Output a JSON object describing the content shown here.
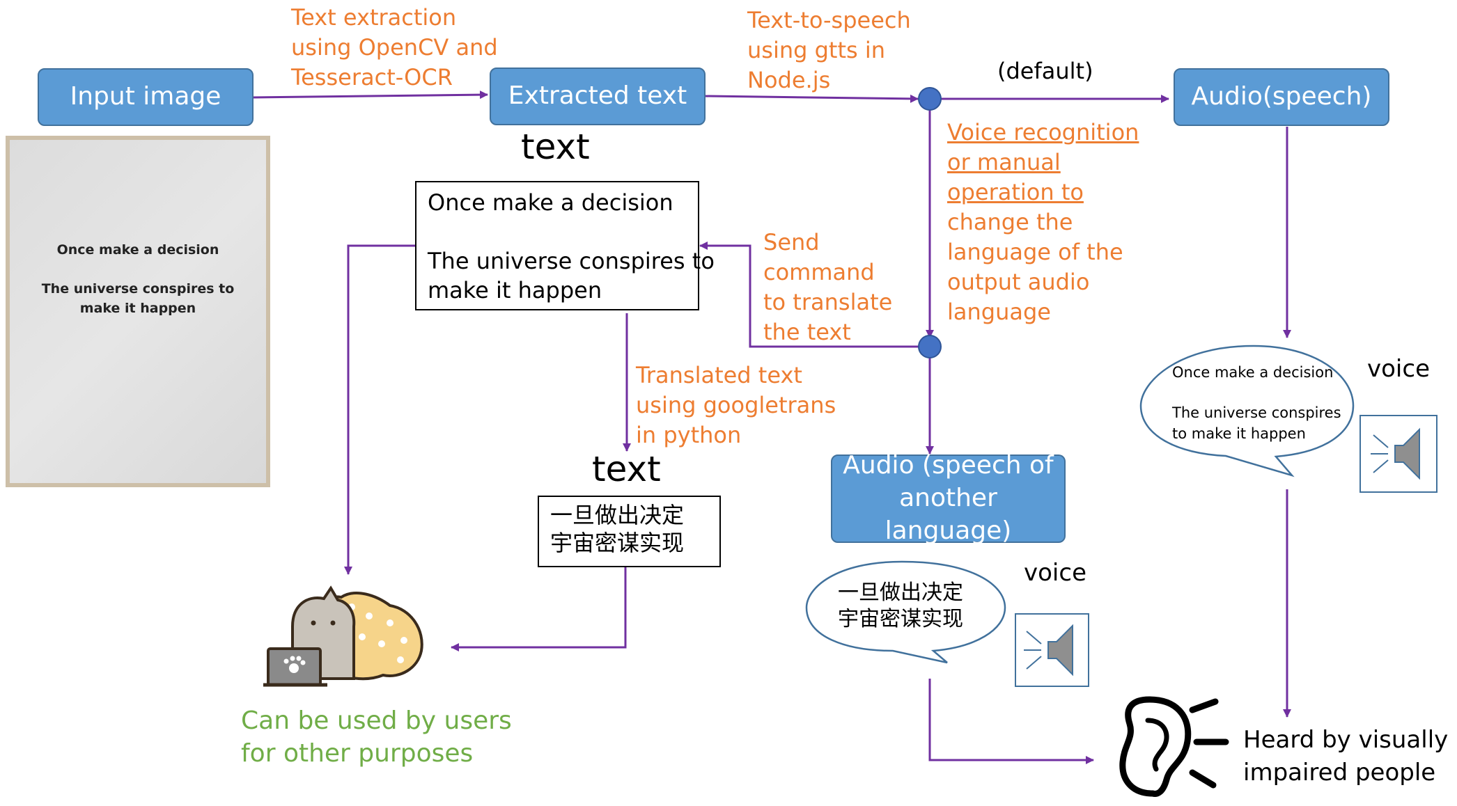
{
  "nodes": {
    "input_image": "Input image",
    "extracted_text": "Extracted text",
    "audio_speech": "Audio(speech)",
    "audio_other_line1": "Audio (speech of",
    "audio_other_line2": "another language)"
  },
  "edge_labels": {
    "text_extraction": [
      "Text extraction",
      "using OpenCV and",
      "Tesseract-OCR"
    ],
    "tts": [
      "Text-to-speech",
      "using gtts in",
      "Node.js"
    ],
    "default": "(default)",
    "voice_recognition": [
      "Voice recognition",
      "or manual",
      "operation to",
      "change the",
      "language of the",
      "output audio",
      "language"
    ],
    "send_command": [
      "Send",
      "command",
      "to translate",
      "the text"
    ],
    "translated_text": [
      "Translated text",
      "using googletrans",
      "in python"
    ]
  },
  "text_labels": {
    "text_top": "text",
    "text_bottom": "text",
    "voice_right": "voice",
    "voice_bottom": "voice"
  },
  "english_text_box": {
    "line1": "Once make a decision",
    "line2": "The universe conspires to",
    "line3": "make it happen"
  },
  "chinese_text_box": {
    "line1": "一旦做出决定",
    "line2": "宇宙密谋实现"
  },
  "photo": {
    "line1": "Once make a decision",
    "line2": "The universe conspires to",
    "line3": "make it happen"
  },
  "speech_bubble_english": {
    "line1": "Once make a decision",
    "line2": "The universe conspires",
    "line3": "to make it happen"
  },
  "speech_bubble_chinese": {
    "line1": "一旦做出决定",
    "line2": "宇宙密谋实现"
  },
  "other_uses": [
    "Can be used by users",
    "for other purposes"
  ],
  "heard_by": [
    "Heard by visually",
    "impaired people"
  ],
  "colors": {
    "node_fill": "#5b9bd5",
    "node_border": "#41719c",
    "arrow": "#7030a0",
    "label": "#ed7d31",
    "junction": "#4472c4",
    "green_text": "#70ad47"
  }
}
